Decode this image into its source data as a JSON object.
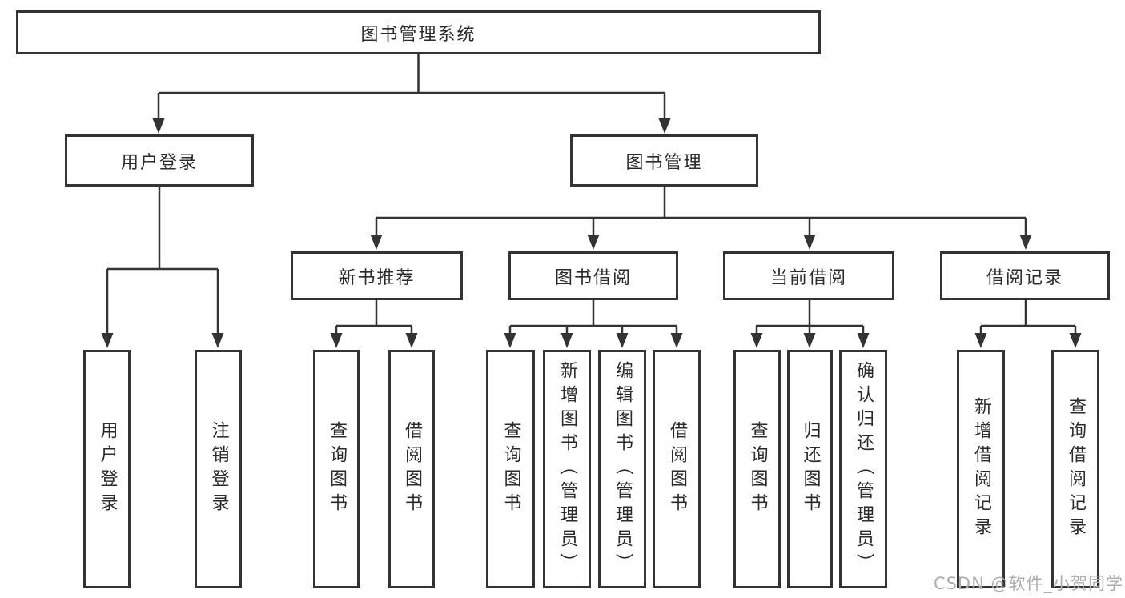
{
  "diagram": {
    "type": "hierarchy-flowchart",
    "title": "图书管理系统",
    "watermark": "CSDN @软件_小贺同学",
    "colors": {
      "line": "#333333",
      "box_border": "#333333",
      "box_fill": "#ffffff",
      "text": "#2b2b2b",
      "watermark": "#aeaeae"
    },
    "nodes": {
      "root": {
        "label": "图书管理系统"
      },
      "user_login": {
        "label": "用户登录"
      },
      "book_mgmt": {
        "label": "图书管理"
      },
      "login": {
        "label": "用户登录"
      },
      "logout": {
        "label": "注销登录"
      },
      "new_book_rec": {
        "label": "新书推荐"
      },
      "book_borrow": {
        "label": "图书借阅"
      },
      "current_borrow": {
        "label": "当前借阅"
      },
      "borrow_records": {
        "label": "借阅记录"
      },
      "rec_query_books": {
        "label": "查询图书"
      },
      "rec_borrow_books": {
        "label": "借阅图书"
      },
      "bb_query_books": {
        "label": "查询图书"
      },
      "bb_add_books": {
        "label": "新增图书（管理员）"
      },
      "bb_edit_books": {
        "label": "编辑图书（管理员）"
      },
      "bb_borrow_books": {
        "label": "借阅图书"
      },
      "cb_query_books": {
        "label": "查询图书"
      },
      "cb_return_books": {
        "label": "归还图书"
      },
      "cb_confirm_return": {
        "label": "确认归还（管理员）"
      },
      "br_add_record": {
        "label": "新增借阅记录"
      },
      "br_query_record": {
        "label": "查询借阅记录"
      }
    },
    "edges": [
      [
        "root",
        "user_login"
      ],
      [
        "root",
        "book_mgmt"
      ],
      [
        "user_login",
        "login"
      ],
      [
        "user_login",
        "logout"
      ],
      [
        "book_mgmt",
        "new_book_rec"
      ],
      [
        "book_mgmt",
        "book_borrow"
      ],
      [
        "book_mgmt",
        "current_borrow"
      ],
      [
        "book_mgmt",
        "borrow_records"
      ],
      [
        "new_book_rec",
        "rec_query_books"
      ],
      [
        "new_book_rec",
        "rec_borrow_books"
      ],
      [
        "book_borrow",
        "bb_query_books"
      ],
      [
        "book_borrow",
        "bb_add_books"
      ],
      [
        "book_borrow",
        "bb_edit_books"
      ],
      [
        "book_borrow",
        "bb_borrow_books"
      ],
      [
        "current_borrow",
        "cb_query_books"
      ],
      [
        "current_borrow",
        "cb_return_books"
      ],
      [
        "current_borrow",
        "cb_confirm_return"
      ],
      [
        "borrow_records",
        "br_add_record"
      ],
      [
        "borrow_records",
        "br_query_record"
      ]
    ]
  }
}
